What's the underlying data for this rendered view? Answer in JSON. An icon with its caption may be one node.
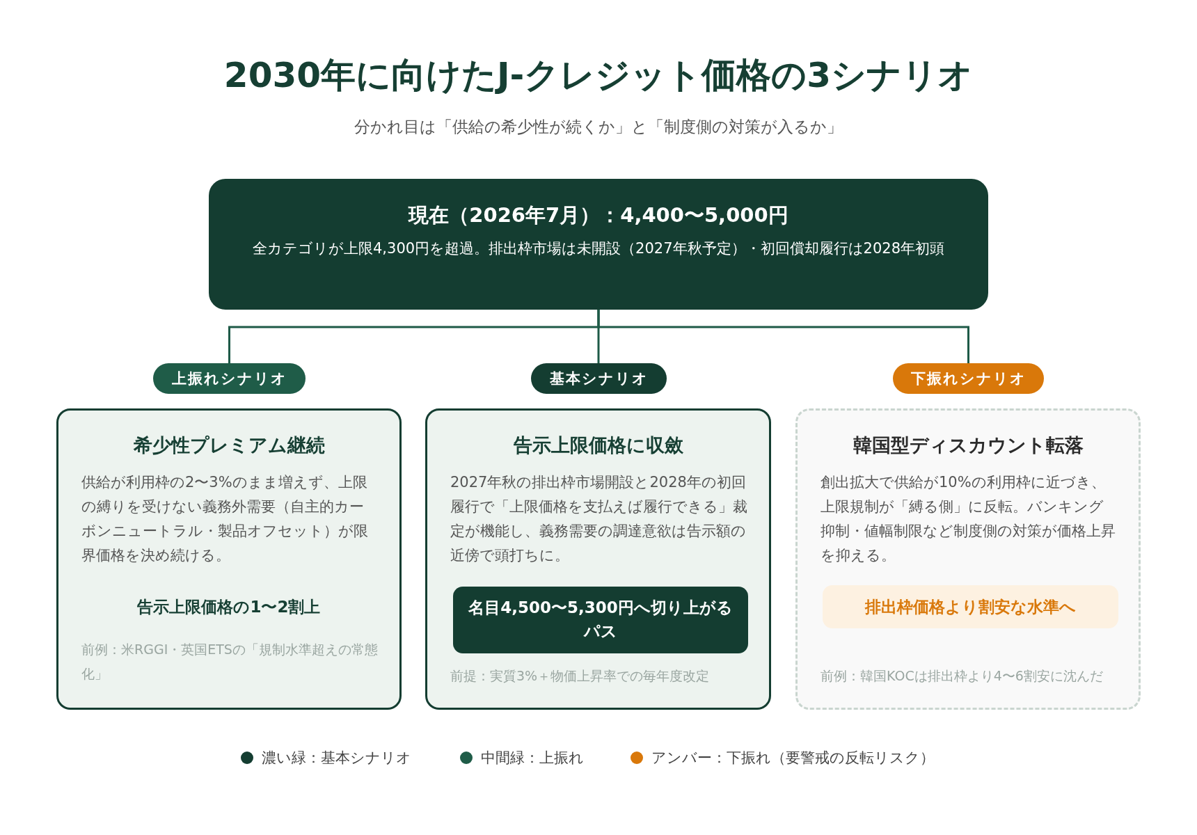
{
  "diagram": {
    "title": "2030年に向けたJ-クレジット価格の3シナリオ",
    "caption": "分かれ目は「供給の希少性が続くか」と「制度側の対策が入るか」",
    "nodes": [
      {
        "text": [
          "現在（2026年7月）：4,400〜5,000円",
          "全カテゴリが上限4,300円を超過。排出枠市場は未開設（2027年秋予定）・初回償却履行は2028年初頭"
        ]
      },
      {
        "text": [
          "上振れシナリオ"
        ]
      },
      {
        "text": [
          "基本シナリオ"
        ]
      },
      {
        "text": [
          "下振れシナリオ"
        ]
      },
      {
        "text": [
          "希少性プレミアム継続",
          "供給が利用枠の2〜3%のまま増えず、上限の縛りを受けない義務外需要（自主的カーボンニュートラル・製品オフセット）が限界価格を決め続ける。",
          "告示上限価格の1〜2割上",
          "前例：米RGGI・英国ETSの「規制水準超えの常態化」"
        ]
      },
      {
        "text": [
          "告示上限価格に収斂",
          "2027年秋の排出枠市場開設と2028年の初回履行で「上限価格を支払えば履行できる」裁定が機能し、義務需要の調達意欲は告示額の近傍で頭打ちに。",
          "前提：実質3%＋物価上昇率での毎年度改定"
        ]
      },
      {
        "text": [
          "名目4,500〜5,300円へ切り上がるパス"
        ],
        "in": 5
      },
      {
        "text": [
          "韓国型ディスカウント転落",
          "創出拡大で供給が10%の利用枠に近づき、上限規制が「縛る側」に反転。バンキング抑制・値幅制限など制度側の対策が価格上昇を抑える。",
          "前例：韓国KOCは排出枠より4〜6割安に沈んだ"
        ]
      },
      {
        "text": [
          "排出枠価格より割安な水準へ"
        ],
        "in": 7
      }
    ],
    "edges": [
      {
        "from": 0,
        "to": 1,
        "arrow": "none"
      },
      {
        "from": 0,
        "to": 2,
        "arrow": "none"
      },
      {
        "from": 0,
        "to": 3,
        "arrow": "none"
      }
    ],
    "legend": [
      {
        "text": "濃い緑：基本シナリオ",
        "color": "#143d31"
      },
      {
        "text": "中間緑：上振れ",
        "color": "#1f5c48"
      },
      {
        "text": "アンバー：下振れ（要警戒の反転リスク）",
        "color": "#d9780a"
      }
    ]
  }
}
